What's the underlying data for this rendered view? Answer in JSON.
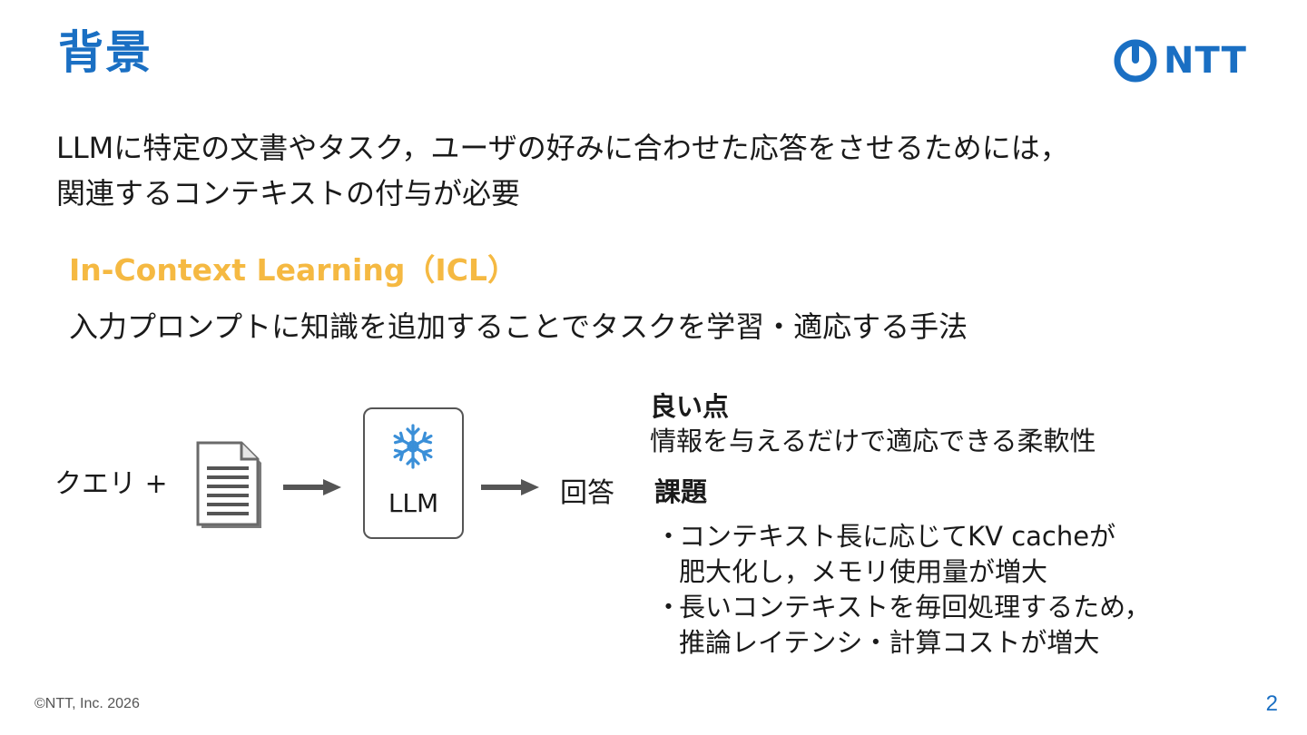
{
  "slide": {
    "title": "背景",
    "logo_text": "NTT",
    "intro_lines": [
      "LLMに特定の文書やタスク，ユーザの好みに合わせた応答をさせるためには，",
      "関連するコンテキストの付与が必要"
    ],
    "icl_heading": "In-Context Learning（ICL）",
    "icl_description": "入力プロンプトに知識を追加することでタスクを学習・適応する手法"
  },
  "diagram": {
    "query_label": "クエリ +",
    "document_icon": "document-icon",
    "frozen_icon": "snowflake-icon",
    "llm_label": "LLM",
    "answer_label": "回答"
  },
  "pros": {
    "title": "良い点",
    "text": "情報を与えるだけで適応できる柔軟性"
  },
  "cons": {
    "title": "課題",
    "items": [
      {
        "bullet": "・",
        "lines": [
          "コンテキスト長に応じてKV cacheが",
          "肥大化し，メモリ使用量が増大"
        ]
      },
      {
        "bullet": "・",
        "lines": [
          "長いコンテキストを毎回処理するため，",
          "推論レイテンシ・計算コストが増大"
        ]
      }
    ]
  },
  "footer": {
    "copyright": "©NTT, Inc.  2026",
    "page_number": "2"
  },
  "colors": {
    "brand_blue": "#1a6fc3",
    "accent_orange": "#f5b942",
    "text": "#1a1a1a",
    "gray": "#555555"
  }
}
